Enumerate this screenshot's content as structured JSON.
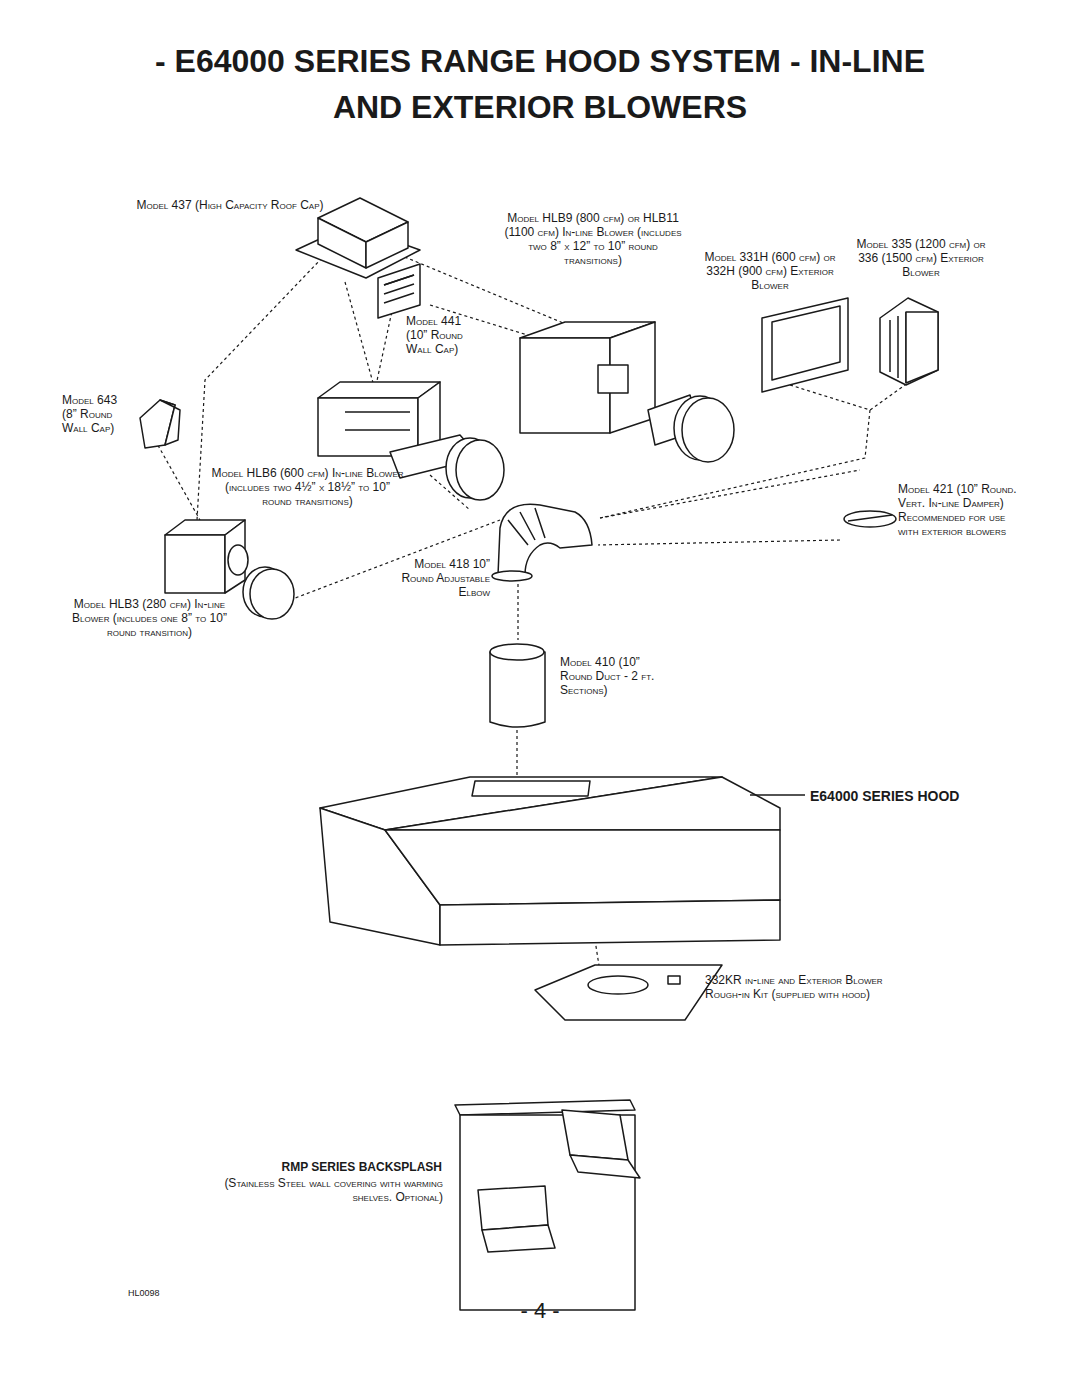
{
  "diagram": {
    "title": "- E64000 SERIES RANGE HOOD SYSTEM - IN-LINE AND EXTERIOR BLOWERS",
    "labels": [
      "Model 437 (High Capacity Roof Cap)",
      "Model HLB9 (800 cfm) or HLB11 (1100 cfm) In-line Blower (includes two 8” x 12” to 10” round transitions)",
      "Model 331H (600 cfm) or 332H (900 cfm) Exterior Blower",
      "Model 335 (1200 cfm) or 336 (1500 cfm) Exterior Blower",
      "Model 441 (10” Round Wall Cap)",
      "Model 643 (8” Round Wall Cap)",
      "Model HLB6 (600 cfm) In-line Blower (includes two 4½” x 18½” to 10” round transitions)",
      "Model 421 (10” Round. Vert. In-line Damper) Recommended for use with exterior blowers",
      "Model 418 10” Round Adjustable Elbow",
      "Model HLB3 (280 cfm) In-line Blower (includes one 8” to 10” round transition)",
      "Model 410 (10” Round Duct - 2 ft. Sections)",
      "E64000 SERIES HOOD",
      "332KR in-line and Exterior Blower Rough-in Kit (supplied with hood)",
      "RMP SERIES BACKSPLASH",
      "(Stainless Steel wall covering with warming shelves. Optional)",
      "HL0098",
      "- 4 -"
    ]
  }
}
